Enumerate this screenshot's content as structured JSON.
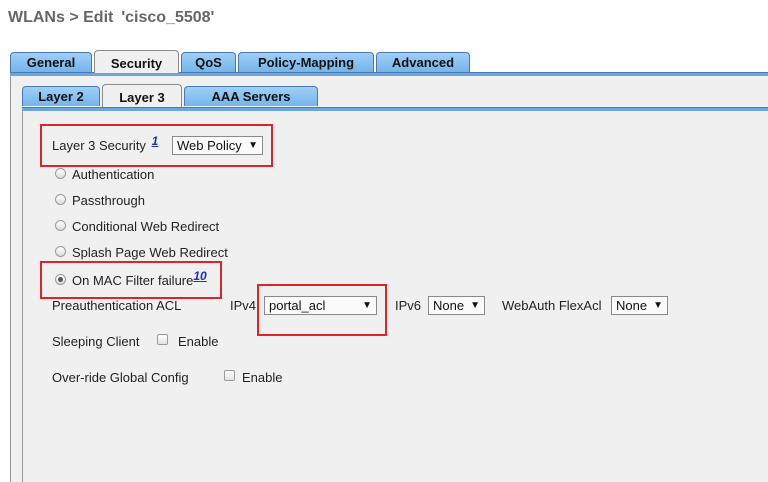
{
  "breadcrumb": {
    "path": "WLANs > Edit",
    "wlan_name": "'cisco_5508'"
  },
  "main_tabs": [
    {
      "label": "General"
    },
    {
      "label": "Security"
    },
    {
      "label": "QoS"
    },
    {
      "label": "Policy-Mapping"
    },
    {
      "label": "Advanced"
    }
  ],
  "sub_tabs": [
    {
      "label": "Layer 2"
    },
    {
      "label": "Layer 3"
    },
    {
      "label": "AAA Servers"
    }
  ],
  "layer3": {
    "label": "Layer 3 Security",
    "footnote": "1",
    "selected": "Web Policy"
  },
  "web_policy_options": [
    {
      "label": "Authentication",
      "checked": false
    },
    {
      "label": "Passthrough",
      "checked": false
    },
    {
      "label": "Conditional Web Redirect",
      "checked": false
    },
    {
      "label": "Splash Page Web Redirect",
      "checked": false
    },
    {
      "label": "On MAC Filter failure",
      "checked": true,
      "footnote": "10"
    }
  ],
  "preauth": {
    "label": "Preauthentication ACL",
    "ipv4_label": "IPv4",
    "ipv4_value": "portal_acl",
    "ipv6_label": "IPv6",
    "ipv6_value": "None",
    "flexacl_label": "WebAuth FlexAcl",
    "flexacl_value": "None"
  },
  "sleeping_client": {
    "label": "Sleeping Client",
    "enable_label": "Enable"
  },
  "override_global": {
    "label": "Over-ride Global Config",
    "enable_label": "Enable"
  },
  "colors": {
    "tab_blue": "#74b5ea",
    "highlight_red": "#e0232a",
    "panel_bg": "#f0f0f0"
  }
}
